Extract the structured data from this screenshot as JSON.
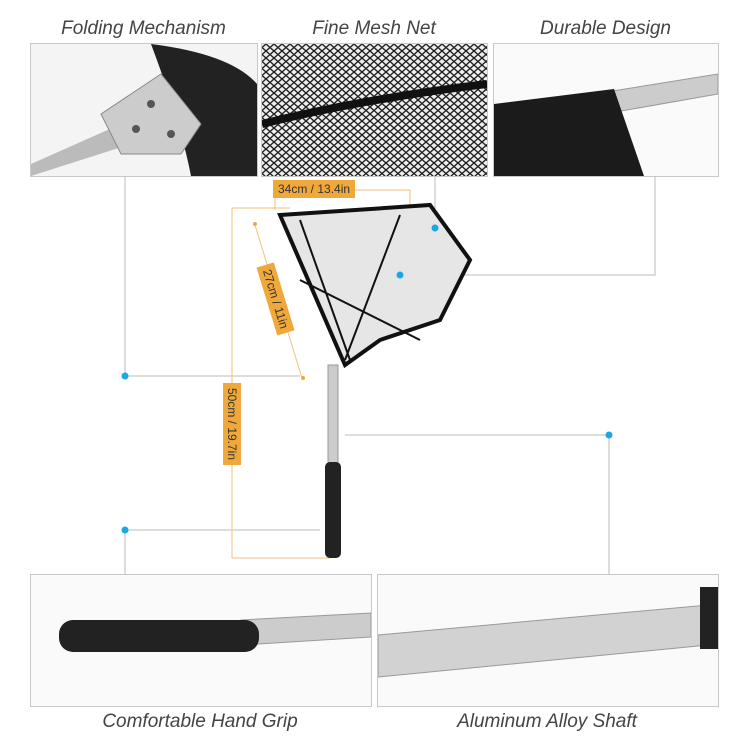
{
  "features": {
    "folding": "Folding Mechanism",
    "mesh": "Fine Mesh Net",
    "durable": "Durable Design",
    "grip": "Comfortable Hand Grip",
    "shaft": "Aluminum Alloy Shaft"
  },
  "dimensions": {
    "width": "34cm / 13.4in",
    "depth": "27cm / 11in",
    "length": "50cm / 19.7in"
  },
  "colors": {
    "accent": "#f1a83a",
    "callout_dot": "#1aa7e6"
  }
}
